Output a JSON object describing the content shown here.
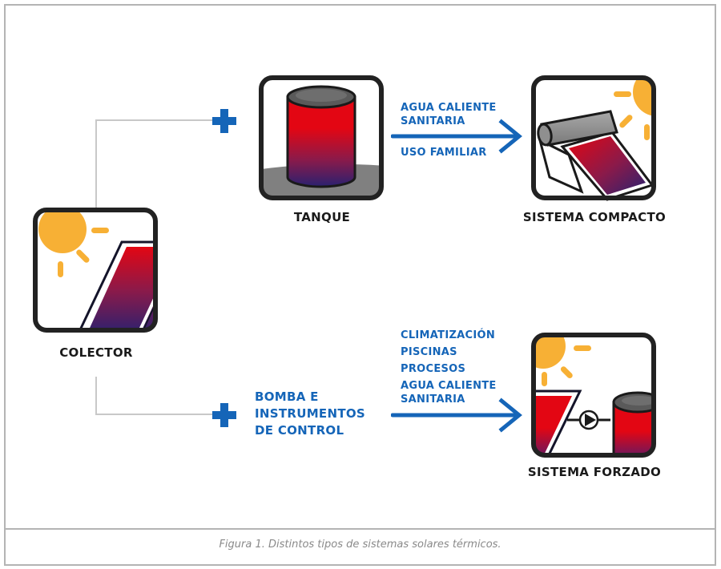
{
  "figure": {
    "caption": "Figura 1. Distintos tipos de sistemas solares térmicos."
  },
  "colors": {
    "accent_blue": "#1565b8",
    "sun_yellow": "#f7b035",
    "hot_red": "#e30613",
    "cold_blue": "#2a2170",
    "connector_gray": "#c8c8c8",
    "frame_gray": "#b4b4b4"
  },
  "nodes": {
    "colector": {
      "label": "COLECTOR",
      "icon": "solar-collector-icon"
    },
    "tanque": {
      "label": "TANQUE",
      "icon": "storage-tank-icon"
    },
    "sistema_compacto": {
      "label": "SISTEMA COMPACTO",
      "icon": "compact-system-icon"
    },
    "sistema_forzado": {
      "label": "SISTEMA FORZADO",
      "icon": "forced-system-icon"
    }
  },
  "branches": {
    "top": {
      "operator": "+",
      "uses": [
        "AGUA CALIENTE",
        "SANITARIA"
      ],
      "uses_secondary": "USO FAMILIAR"
    },
    "bottom": {
      "operator": "+",
      "component_lines": [
        "BOMBA E",
        "INSTRUMENTOS",
        "DE CONTROL"
      ],
      "uses": [
        "CLIMATIZACIÓN",
        "PISCINAS",
        "PROCESOS",
        "AGUA CALIENTE",
        "SANITARIA"
      ]
    }
  }
}
